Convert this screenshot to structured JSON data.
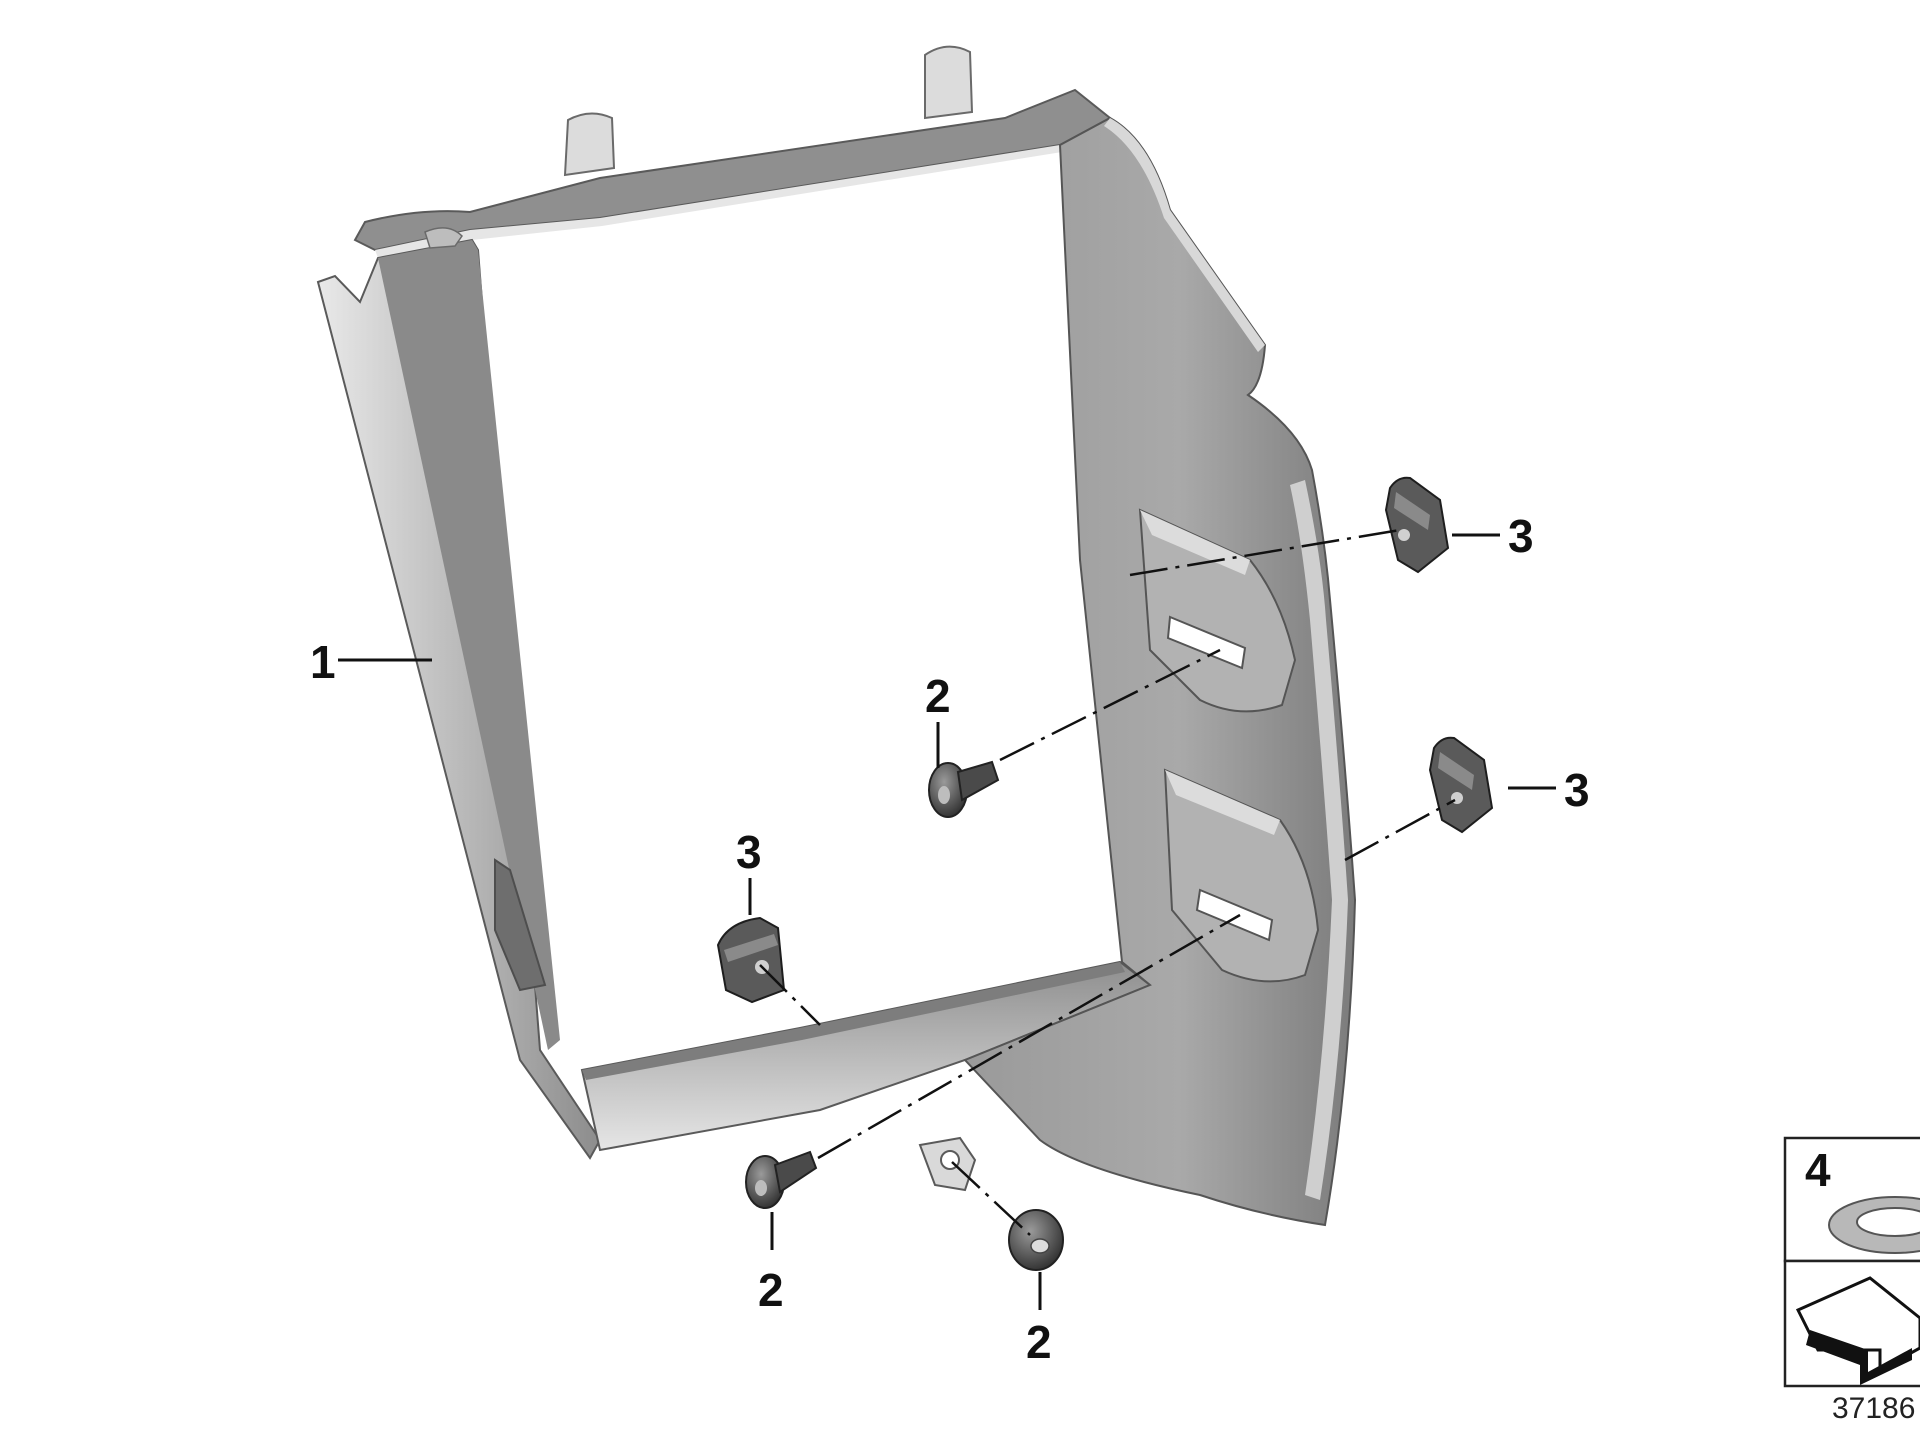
{
  "diagram": {
    "callouts": {
      "frame": "1",
      "screw_mid": "2",
      "screw_bottom": "2",
      "grommet": "2",
      "nut_top_right": "3",
      "nut_mid_right": "3",
      "nut_left": "3",
      "washer_inset": "4"
    },
    "document_number": "37186",
    "colors": {
      "part_dark": "#8a8a8a",
      "part_mid": "#a8a8a8",
      "part_light": "#d4d4d4",
      "part_highlight": "#ececec",
      "outline": "#555555",
      "hardware": "#3a3a3a"
    },
    "icons": [
      "trim-frame-part",
      "screw-icon",
      "grommet-icon",
      "clip-nut-icon",
      "washer-icon",
      "arrow-icon"
    ]
  }
}
